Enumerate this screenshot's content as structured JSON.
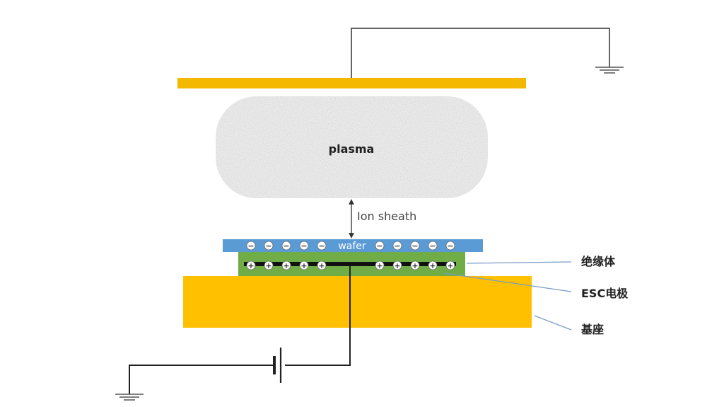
{
  "plasma_label": "plasma",
  "sheath_label": "Ion sheath",
  "wafer_label": "wafer",
  "wafer_charge_symbol": "−",
  "electrode_charge_symbol": "+",
  "callouts": {
    "insulator": "绝缘体",
    "esc_electrode": "ESC电极",
    "base": "基座"
  },
  "colors": {
    "electrode_plate": "#F5B800",
    "base": "#FFC000",
    "wafer": "#5B9BD5",
    "insulator": "#70AD47",
    "plasma": "#EDEDED",
    "wire": "#333333",
    "leader": "#7A9CC6"
  }
}
